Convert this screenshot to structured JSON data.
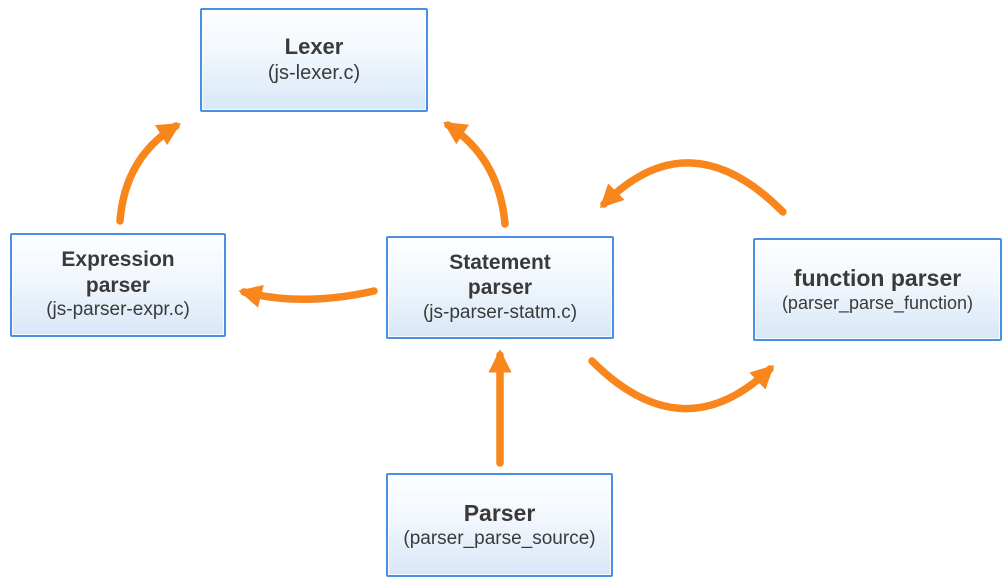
{
  "diagram_type": "module-call-graph",
  "colors": {
    "arrow": "#f8861d",
    "node_border": "#4a90e2",
    "node_fill_top": "#fdfeff",
    "node_fill_bottom": "#d8e7f7",
    "text": "#3a3a3a"
  },
  "nodes": {
    "lexer": {
      "title": "Lexer",
      "subtitle": "(js-lexer.c)"
    },
    "expression_parser": {
      "title": "Expression parser",
      "subtitle": "(js-parser-expr.c)"
    },
    "statement_parser": {
      "title": "Statement parser",
      "subtitle": "(js-parser-statm.c)"
    },
    "function_parser": {
      "title": "function parser",
      "subtitle": "(parser_parse_function)"
    },
    "parser": {
      "title": "Parser",
      "subtitle": "(parser_parse_source)"
    }
  },
  "edges": [
    {
      "from": "expression_parser",
      "to": "lexer"
    },
    {
      "from": "statement_parser",
      "to": "lexer"
    },
    {
      "from": "statement_parser",
      "to": "expression_parser"
    },
    {
      "from": "function_parser",
      "to": "statement_parser"
    },
    {
      "from": "statement_parser",
      "to": "function_parser"
    },
    {
      "from": "parser",
      "to": "statement_parser"
    }
  ]
}
